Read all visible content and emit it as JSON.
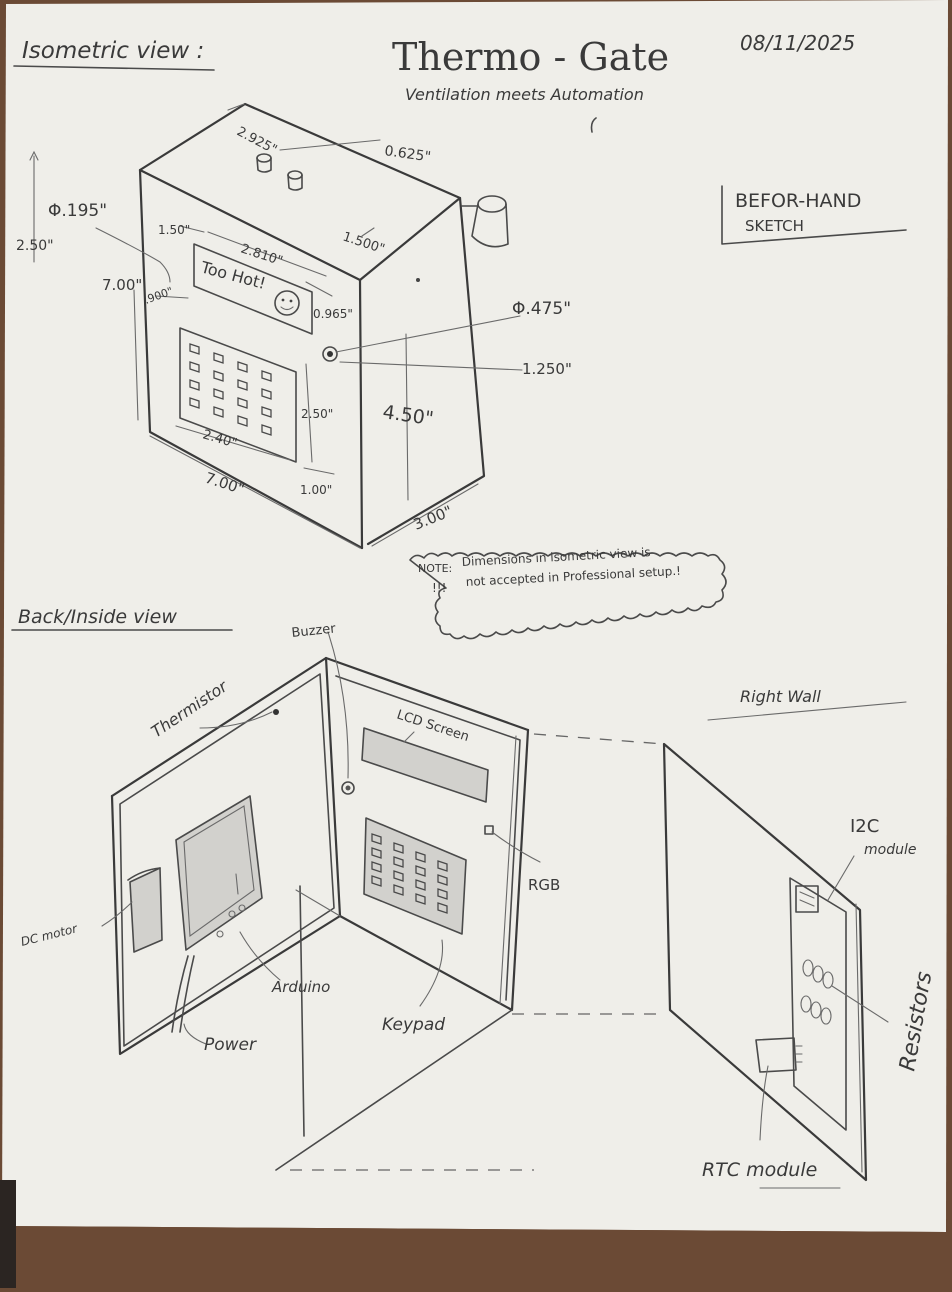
{
  "header": {
    "section_iso": "Isometric view :",
    "title": "Thermo - Gate",
    "subtitle": "Ventilation meets Automation",
    "date": "08/11/2025",
    "sketch_box": {
      "line1": "BEFOR-HAND",
      "line2": "SKETCH"
    }
  },
  "iso": {
    "dims": {
      "top_width": "2.925\"",
      "button_dia": "0.625\"",
      "left_dia": "Φ.195\"",
      "side_height": "2.50\"",
      "lcd_offset": "1.50\"",
      "lcd_width": "2.810\"",
      "right_offset": "1.500\"",
      "total_height": "7.00\"",
      "small_gap": ".900\"",
      "lcd_height": "0.965\"",
      "led_dia": "Φ.475\"",
      "led_offset": "1.250\"",
      "side_mid": "4.50\"",
      "keypad_height": "2.50\"",
      "keypad_width": "2.40\"",
      "keypad_bottom": "1.00\"",
      "base_width": "7.00\"",
      "depth": "3.00\""
    },
    "lcd_text": "Too Hot!",
    "lcd_face": "☺",
    "note": {
      "prefix": "NOTE:",
      "line1": "Dimensions in isometric view is",
      "bang": "!!!",
      "line2": "not accepted in Professional setup.!"
    }
  },
  "back": {
    "section": "Back/Inside view",
    "labels": {
      "buzzer": "Buzzer",
      "thermistor": "Thermistor",
      "lcd": "LCD Screen",
      "rgb": "RGB",
      "dc_motor": "DC motor",
      "arduino": "Arduino",
      "power": "Power",
      "keypad": "Keypad",
      "right_wall": "Right Wall",
      "i2c_line1": "I2C",
      "i2c_line2": "module",
      "resistors": "Resistors",
      "rtc": "RTC module"
    }
  },
  "colors": {
    "paper": "#f1f0ec",
    "ink": "#3a3a3a",
    "table": "#6b4a35"
  }
}
